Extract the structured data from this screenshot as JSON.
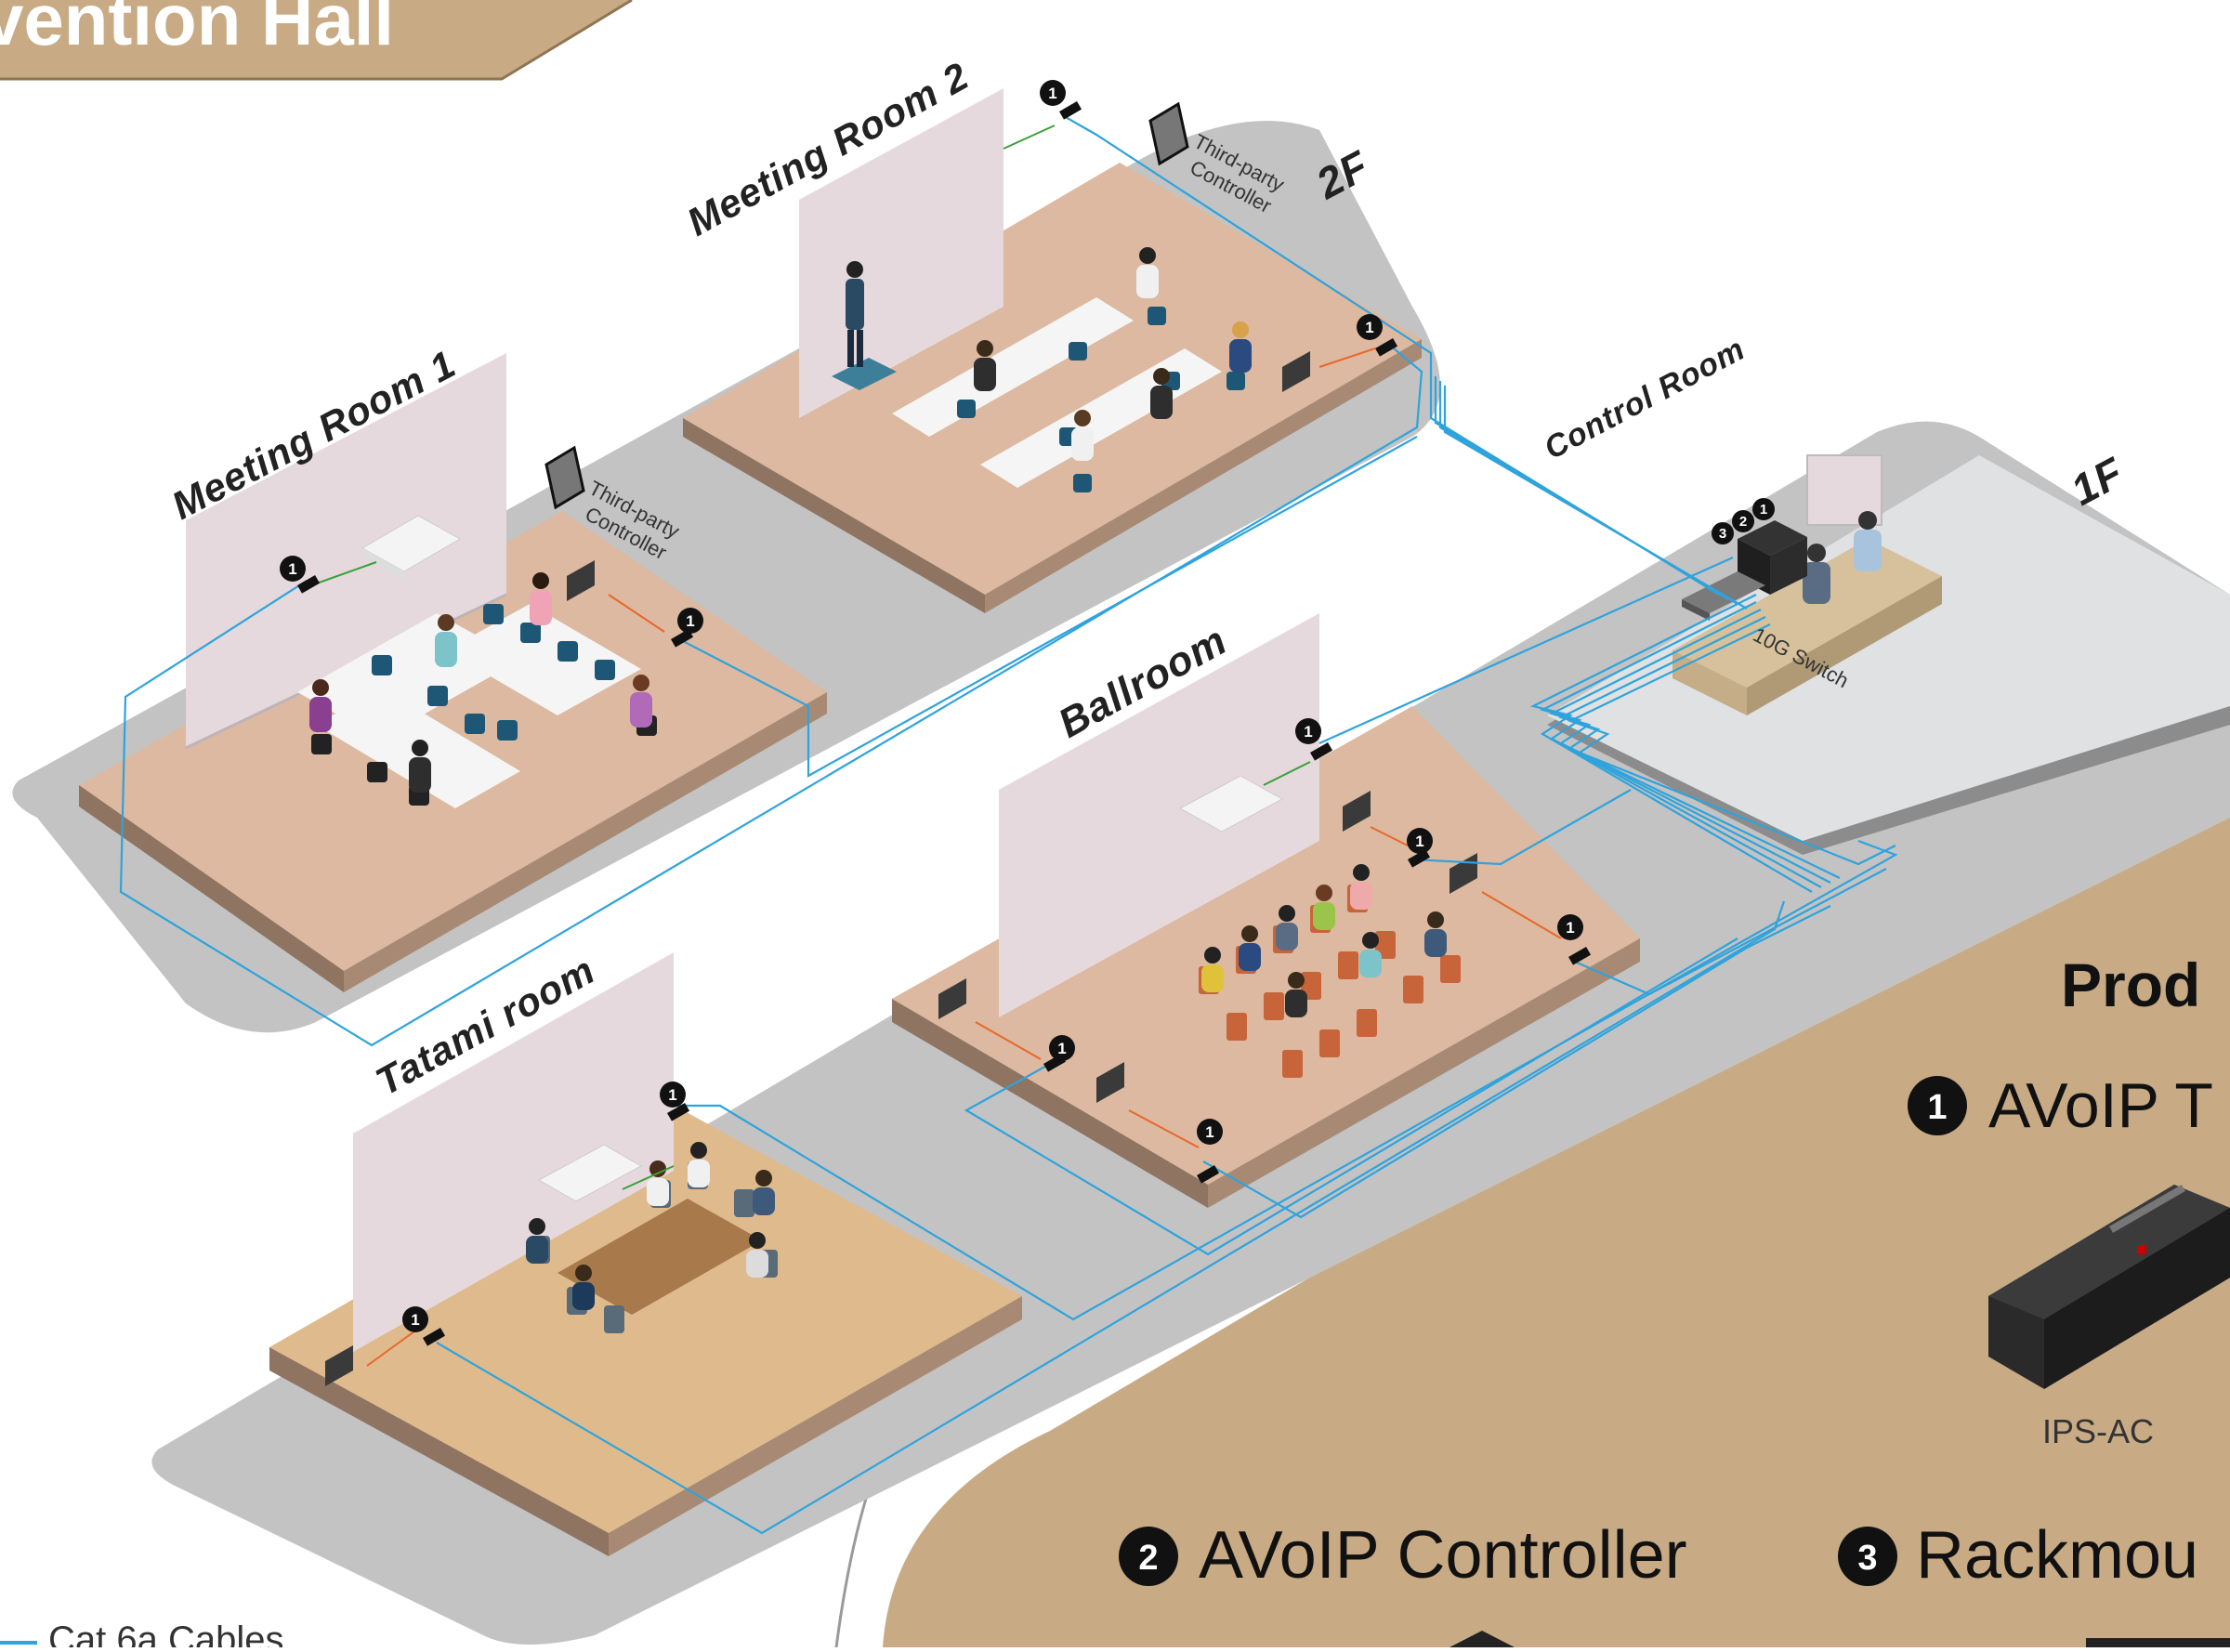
{
  "title": "vention Hall",
  "floors": {
    "upper": "2F",
    "lower": "1F"
  },
  "rooms": {
    "meeting_room_1": "Meeting Room 1",
    "meeting_room_2": "Meeting Room 2",
    "control_room": "Control Room",
    "ballroom": "Ballroom",
    "tatami_room": "Tatami room"
  },
  "labels": {
    "third_party_controller": [
      "Third-party",
      "Controller"
    ],
    "switch": "10G Switch"
  },
  "badges": {
    "one": "1",
    "two": "2",
    "three": "3"
  },
  "products": {
    "heading": "Prod",
    "item1_number": "1",
    "item1": "AVoIP T",
    "item1_model": "IPS-AC",
    "item2_number": "2",
    "item2": "AVoIP Controller",
    "item3_number": "3",
    "item3": "Rackmou"
  },
  "legend": {
    "cable": "Cat 6a Cables"
  },
  "colors": {
    "cable": "#2fa3dc",
    "hdmi": "#3aa03a",
    "laptop_link": "#e8682a",
    "tan": "#c8ab85",
    "floor_wood": "#dcb9a0",
    "platform": "#c3c3c3",
    "screen": "#e6d9dd"
  }
}
